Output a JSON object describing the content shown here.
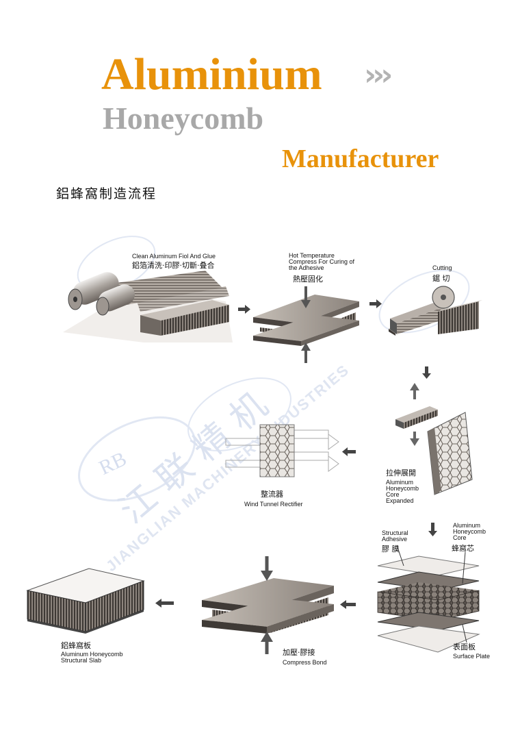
{
  "header": {
    "title_line1": "Aluminium",
    "chevrons": "›››",
    "title_line2": "Honeycomb",
    "title_line3": "Manufacturer",
    "process_title_zh": "鋁蜂窩制造流程"
  },
  "watermark": {
    "logo_letters": "RB",
    "chars_zh": "江联精机",
    "name_en": "JIANGLIAN MACHINERY INDUSTRIES"
  },
  "steps": {
    "foil": {
      "en": "Clean Aluminum Fiol And Glue",
      "zh": "鋁箔清洗·印膠·切斷·叠合"
    },
    "press": {
      "en_line1": "Hot Temperature",
      "en_line2": "Compress For Curing of",
      "en_line3": "the Adhesive",
      "zh": "熱壓固化"
    },
    "cutting": {
      "en": "Cutting",
      "zh": "鋸 切"
    },
    "expand": {
      "zh": "拉伸展開",
      "en_line1": "Aluminum",
      "en_line2": "Honeycomb",
      "en_line3": "Core",
      "en_line4": "Expanded"
    },
    "rectifier": {
      "zh": "整流器",
      "en": "Wind Tunnel Rectifier"
    },
    "layup": {
      "adhesive_en_line1": "Structural",
      "adhesive_en_line2": "Adhesive",
      "adhesive_zh": "膠 膜",
      "core_en_line1": "Aluminum",
      "core_en_line2": "Honeycomb",
      "core_en_line3": "Core",
      "core_zh": "蜂窩芯",
      "surface_zh": "表面板",
      "surface_en": "Surface Plate"
    },
    "bond": {
      "zh": "加壓·膠接",
      "en": "Compress Bond"
    },
    "slab": {
      "zh": "鋁蜂窩板",
      "en_line1": "Aluminum Honeycomb",
      "en_line2": "Structural Slab"
    }
  },
  "colors": {
    "orange": "#e8920a",
    "grey_title": "#a8a8a8",
    "arrow": "#444444",
    "watermark": "#c9d4ea"
  }
}
